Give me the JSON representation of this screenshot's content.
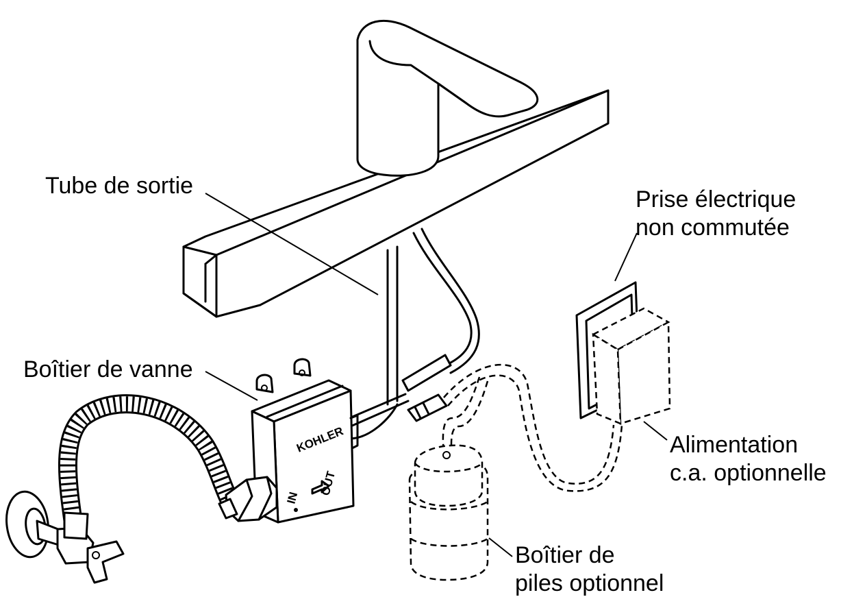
{
  "labels": {
    "outlet_tube": "Tube de sortie",
    "valve_box": "Boîtier de vanne",
    "electrical_outlet": [
      "Prise électrique",
      "non commutée"
    ],
    "ac_power": [
      "Alimentation",
      "c.a. optionnelle"
    ],
    "battery_box": [
      "Boîtier de",
      "piles optionnel"
    ]
  },
  "valve_box_markings": {
    "brand": "KOHLER",
    "inlet": "IN",
    "outlet": "OUT"
  }
}
